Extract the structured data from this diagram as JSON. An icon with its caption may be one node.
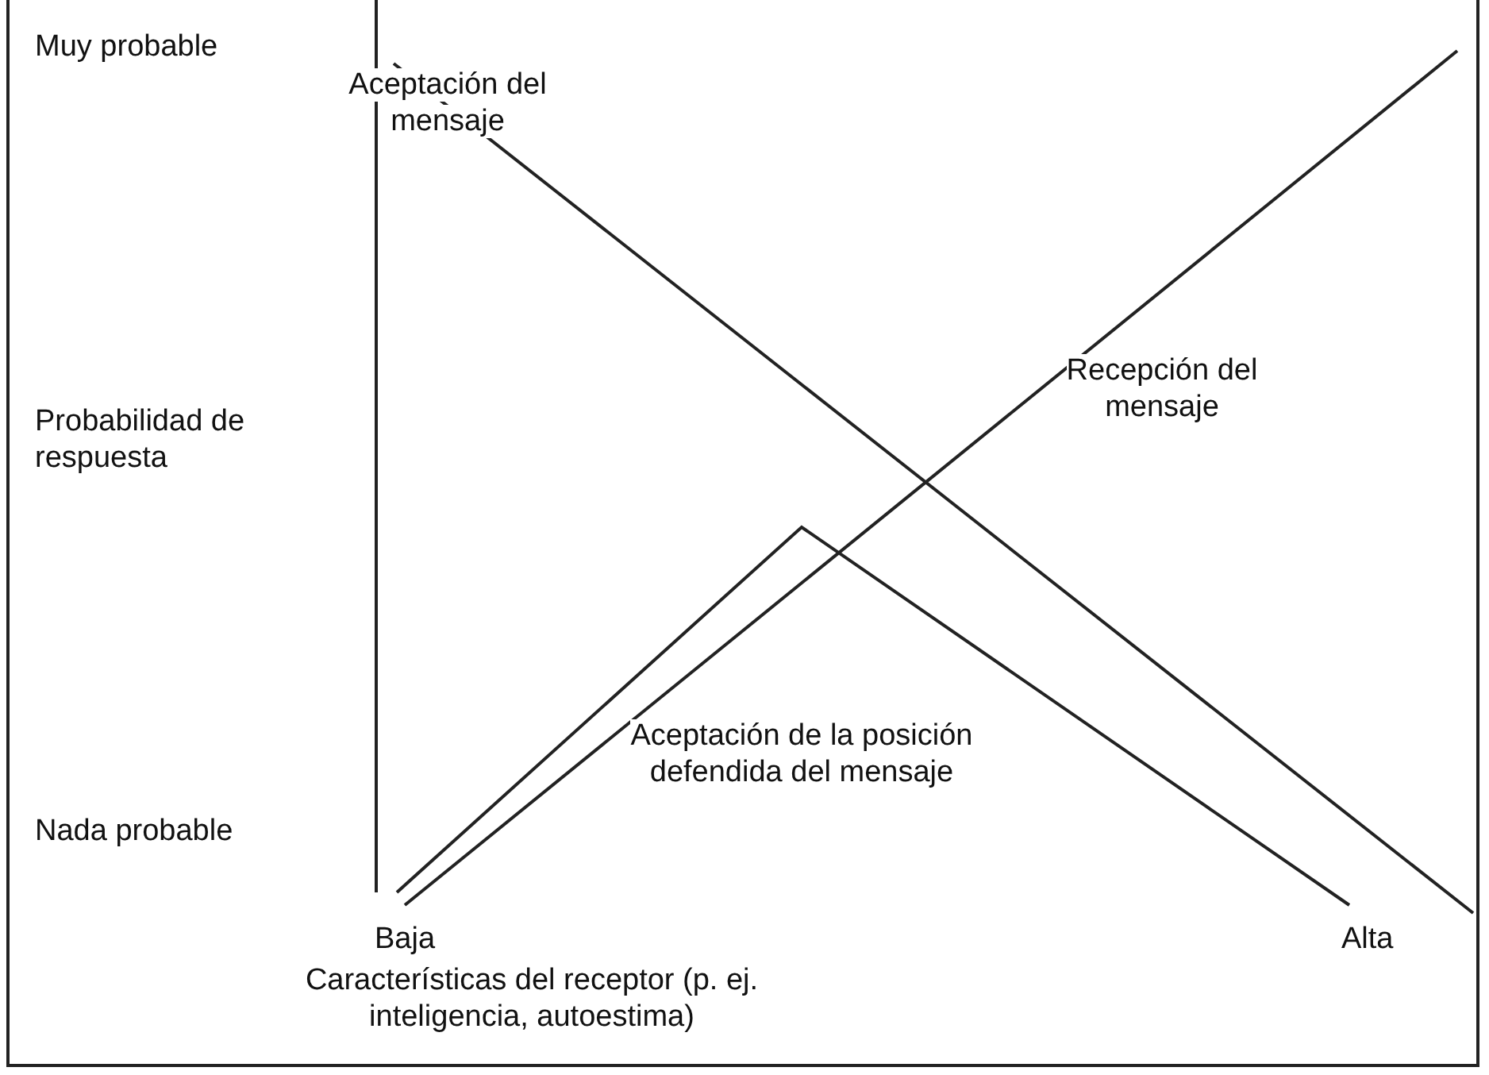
{
  "diagram": {
    "labels": [
      "Muy probable",
      "Aceptación del mensaje",
      "Recepción del mensaje",
      "Probabilidad de respuesta",
      "Aceptación de la posición defendida del mensaje",
      "Nada probable",
      "Baja",
      "Alta",
      "Características del receptor (p. ej. inteligencia, autoestima)"
    ]
  }
}
